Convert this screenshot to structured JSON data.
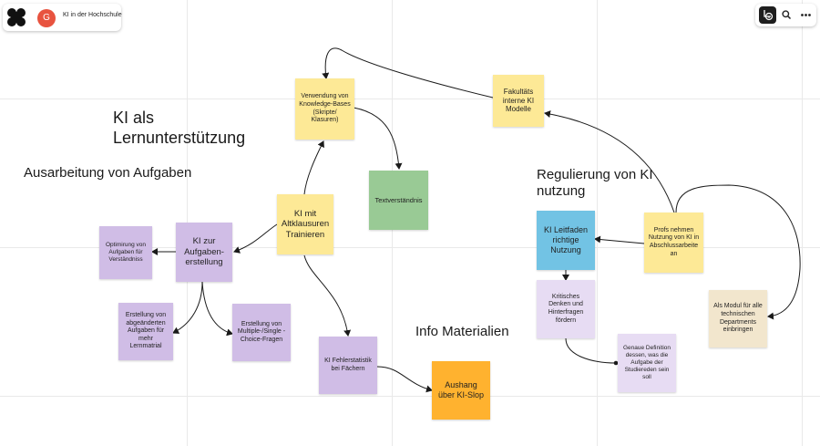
{
  "board": {
    "title": "KI in der Hochschule",
    "avatar_initial": "G"
  },
  "colors": {
    "yellow": "#fde996",
    "purple": "#d0bde6",
    "lightpurple": "#e7dcf3",
    "green": "#99ca95",
    "blue": "#72c3e4",
    "orange": "#ffb22f",
    "beige": "#f2e6cd"
  },
  "headings": {
    "lernunterstuetzung": "KI als\nLernunterstützung",
    "ausarbeitung": "Ausarbeitung von Aufgaben",
    "regulierung": "Regulierung von KI\nnutzung",
    "info": "Info Materialien"
  },
  "notes": {
    "knowledge_bases": "Verwendung von Knowledge-Bases (Skripte/ Klasuren)",
    "fakultaet_modelle": "Fakultäts interne KI Modelle",
    "textverstaendnis": "Textverständnis",
    "altklausuren": "KI mit Altklausuren Trainieren",
    "aufgabenerstellung": "KI zur Aufgaben-erstellung",
    "optimierung": "Optimirung von Aufgaben für Verständniss",
    "abgeaendert": "Erstellung von abgeänderten Aufgaben für mehr Lernmatrial",
    "multiple_choice": "Erstellung von Multiple-/Single -Choice-Fragen",
    "fehlerstatistik": "KI Fehlerstatistik bei Fächern",
    "aushang": "Aushang über KI-Slop",
    "leitfaden": "KI Leitfaden richtige Nutzung",
    "profs": "Profs nehmen Nutzung von KI in Abschlussarbeite an",
    "kritisches": "Kritisches Denken und Hinterfragen fördern",
    "definition": "Genaue Definition dessen, was die Aufgabe der Studiereden sein soll",
    "modul": "Als Modul für alle technischen Departments einbringen"
  }
}
